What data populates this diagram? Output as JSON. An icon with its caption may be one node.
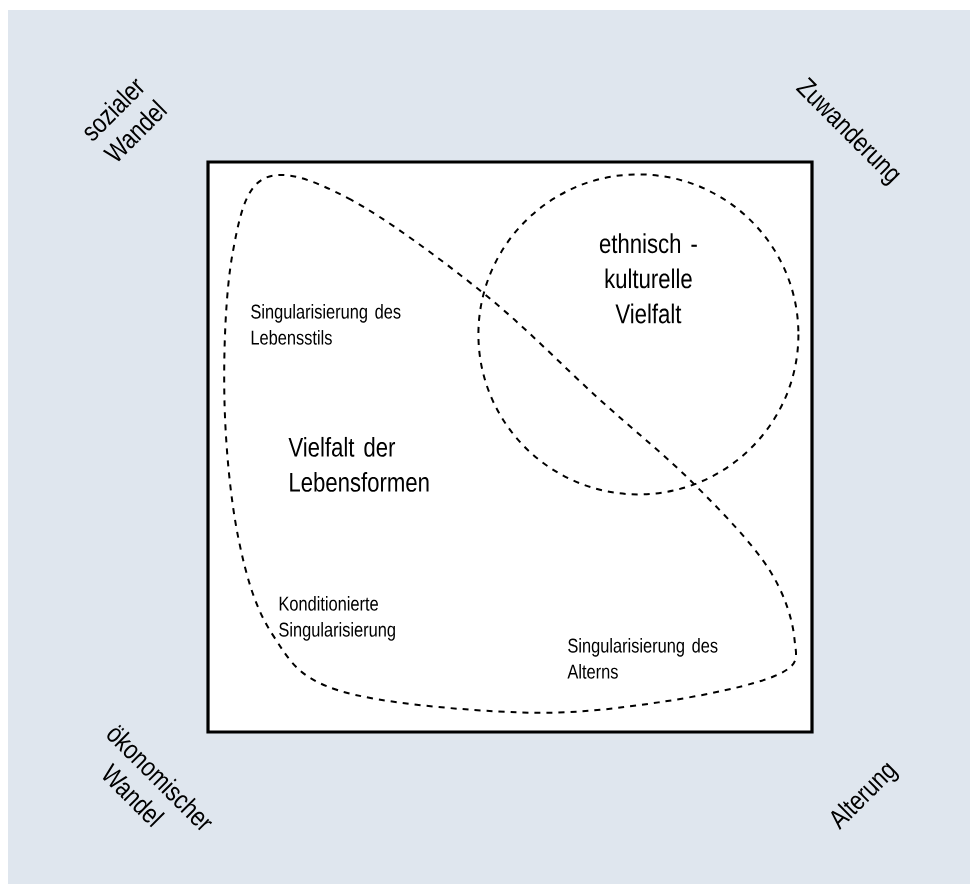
{
  "diagram": {
    "nodes": [
      {
        "text": [],
        "shape": "box"
      },
      {
        "text": [
          "Singularisierung des Lebensstils",
          "Vielfalt der Lebensformen",
          "Konditionierte Singularisierung",
          "Singularisierung des Alterns"
        ],
        "in": 0
      },
      {
        "text": [
          "ethnisch - kulturelle Vielfalt"
        ],
        "in": 0
      }
    ],
    "labels": [
      "sozialer Wandel",
      "Zuwanderung",
      "ökonomischer Wandel",
      "Alterung"
    ]
  }
}
